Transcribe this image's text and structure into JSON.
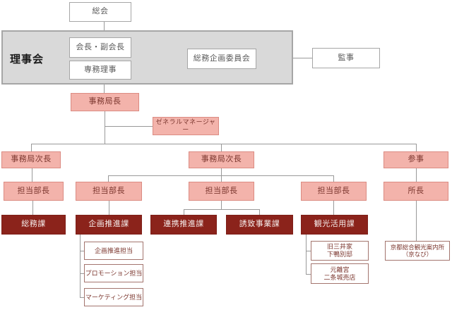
{
  "org_chart": {
    "nodes": {
      "general_assembly": "総会",
      "board_label": "理事会",
      "chair_vice_chair": "会長・副会長",
      "executive_director": "専務理事",
      "general_affairs_planning_committee": "総務企画委員会",
      "auditor": "監事",
      "secretary_general": "事務局長",
      "general_manager": "ゼネラルマネージャー",
      "deputy_secretary_general_left": "事務局次長",
      "deputy_secretary_general_center": "事務局次長",
      "counselor": "参事",
      "dept_manager_1": "担当部長",
      "dept_manager_2": "担当部長",
      "dept_manager_3": "担当部長",
      "dept_manager_4": "担当部長",
      "office_director": "所長",
      "general_affairs_div": "総務課",
      "planning_promotion_div": "企画推進課",
      "collaboration_promotion_div": "連携推進課",
      "attraction_business_div": "誘致事業課",
      "tourism_utilization_div": "観光活用課",
      "planning_promotion_staff": "企画推進担当",
      "promotion_staff": "プロモーション担当",
      "marketing_staff": "マーケティング担当",
      "mitsui_line1": "旧三井家",
      "mitsui_line2": "下鴨別邸",
      "nijo_line1": "元離宮",
      "nijo_line2": "二条城売店",
      "kyonavi_line1": "京都総合観光案内所",
      "kyonavi_line2": "（京なび）"
    },
    "colors": {
      "pink_fill": "#f3b3ab",
      "pink_border": "#db8b82",
      "maroon_text": "#7c372f",
      "dark_red_fill": "#8b231b",
      "dark_red_text": "#f6eeec",
      "gray_container_fill": "#d9d9d9",
      "gray_border": "#a6a6a6",
      "white_box_text": "#595959",
      "sub_box_border": "#a3756e",
      "connector": "#999999"
    }
  }
}
